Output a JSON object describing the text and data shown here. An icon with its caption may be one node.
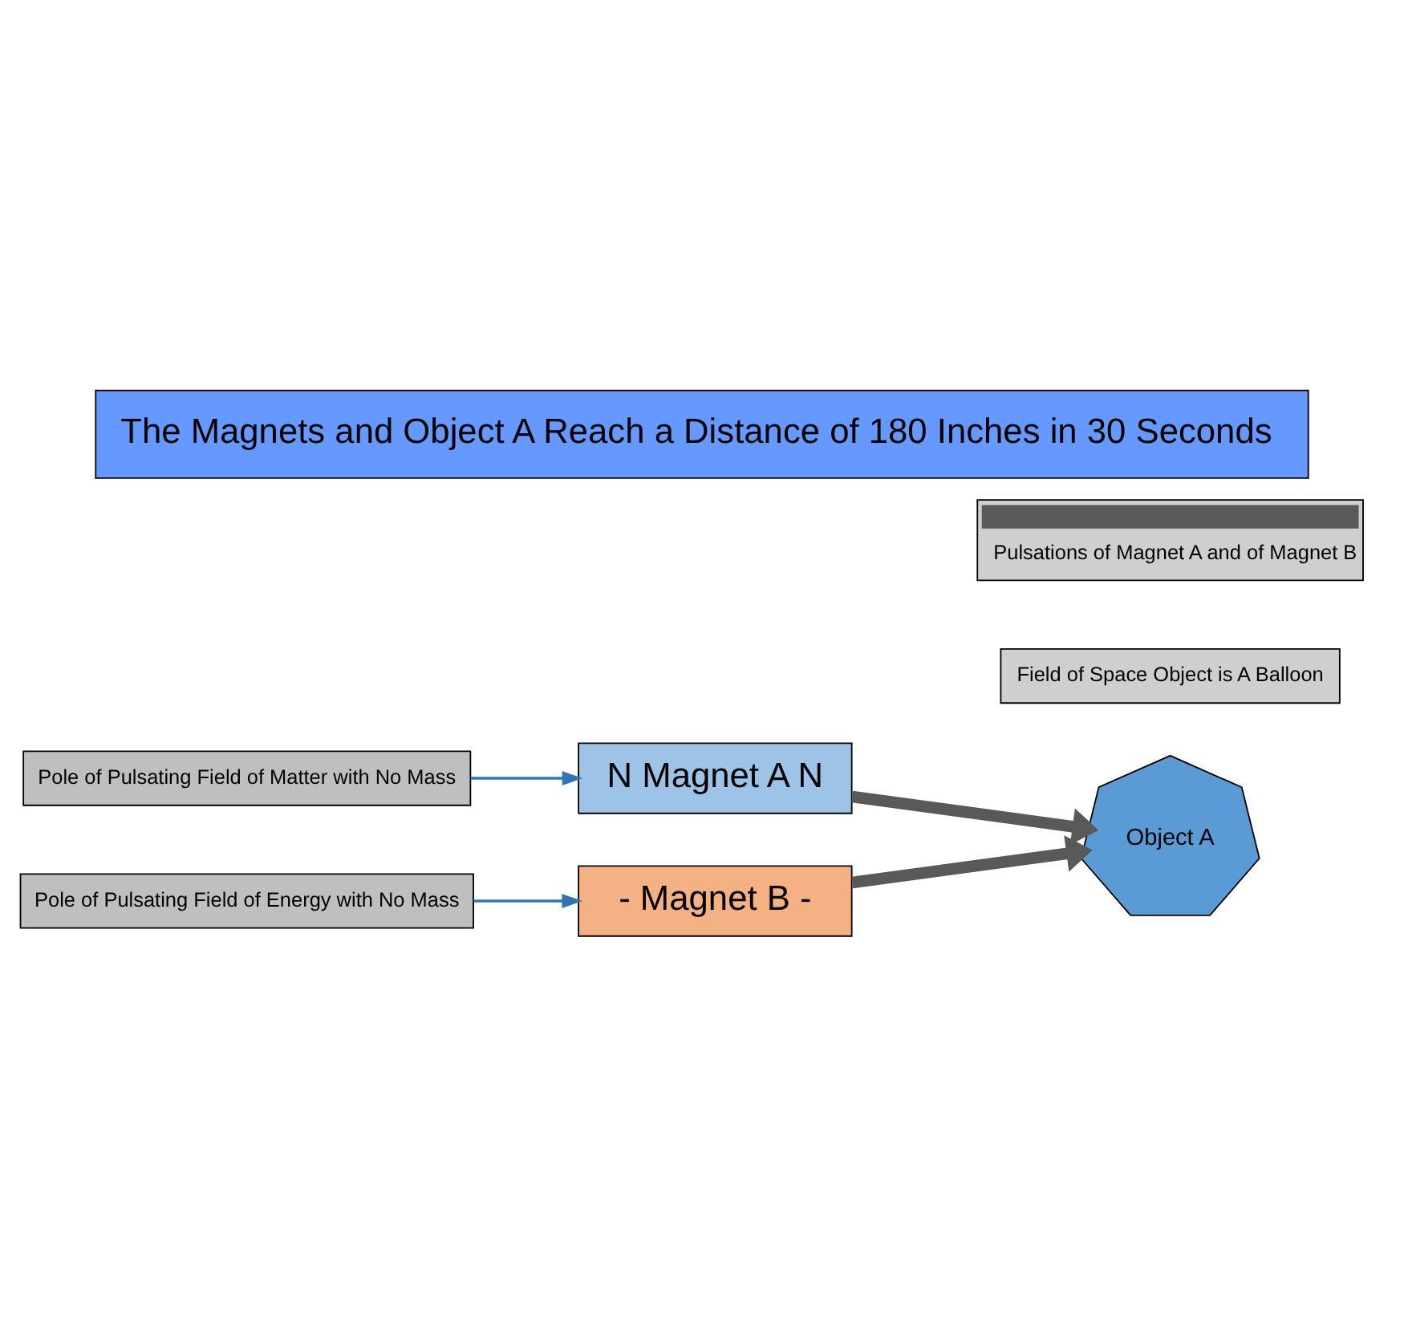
{
  "diagram": {
    "title": "The Magnets and Object A Reach a Distance of 180 Inches in 30 Seconds",
    "nodes": [
      {
        "text": [
          "Pole of Pulsating Field of Matter with No Mass"
        ]
      },
      {
        "text": [
          "Field of Space Object is A Balloon"
        ]
      },
      {
        "text": [
          "N Magnet A N"
        ]
      },
      {
        "text": [
          "Object A"
        ]
      },
      {
        "text": [
          "- Magnet B -"
        ]
      },
      {
        "text": [
          "Pole of Pulsating Field of Energy with No Mass"
        ]
      }
    ],
    "edges": [
      {
        "from": 0,
        "to": 2,
        "arrow": "to",
        "color": "#2e75b6"
      },
      {
        "from": 5,
        "to": 4,
        "arrow": "to",
        "color": "#2e75b6"
      },
      {
        "from": 2,
        "to": 3,
        "arrow": "to",
        "style": "thick",
        "color": "#595959"
      },
      {
        "from": 4,
        "to": 3,
        "arrow": "to",
        "style": "thick",
        "color": "#595959"
      }
    ],
    "legend": [
      {
        "text": "Pulsations of Magnet A and of Magnet B"
      }
    ]
  }
}
